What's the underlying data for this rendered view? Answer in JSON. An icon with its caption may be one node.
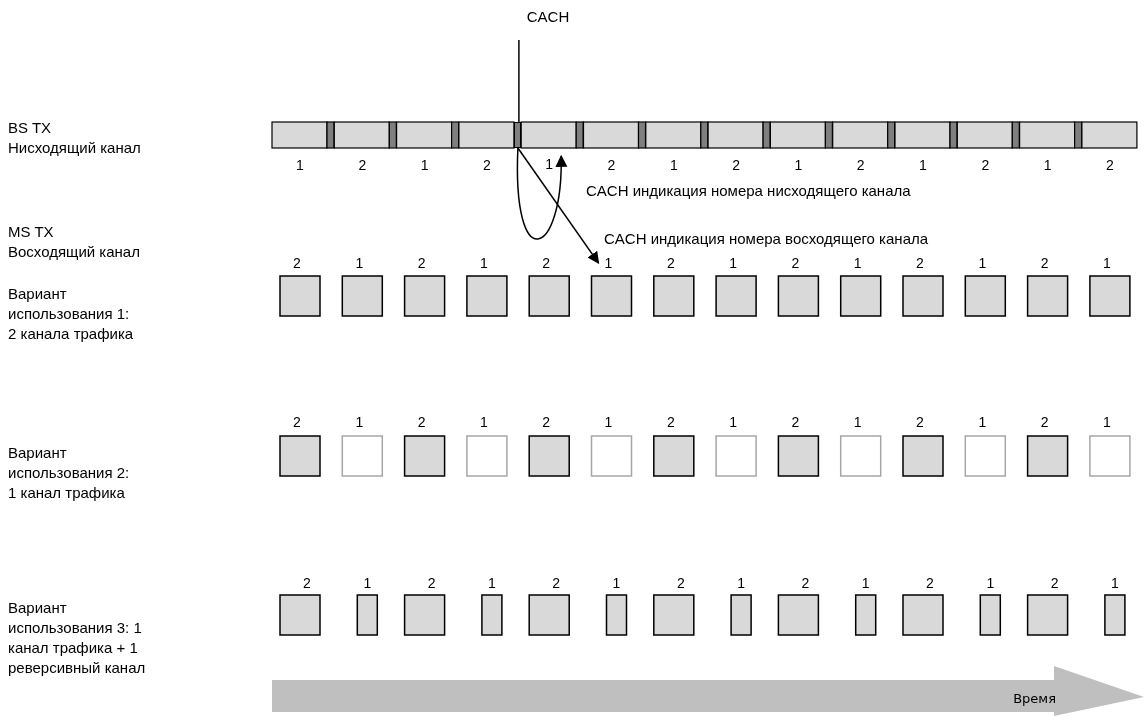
{
  "diagram": {
    "nodes": [
      {
        "text": [
          "CACH"
        ]
      },
      {
        "text": [],
        "shape": "bar"
      },
      {
        "text": [
          "1"
        ]
      },
      {
        "text": [
          "1"
        ]
      },
      {
        "text": [
          "Время"
        ]
      }
    ],
    "edges": [
      {
        "from": 0,
        "to": 1,
        "arrow": "none"
      },
      {
        "from": 1,
        "to": 2,
        "arrow": "to",
        "label": "CACH индикация номера нисходящего канала"
      },
      {
        "from": 1,
        "to": 3,
        "arrow": "to",
        "label": "CACH индикация номера восходящего канала"
      }
    ],
    "labels": [
      "BS TX",
      "Нисходящий канал",
      "MS TX",
      "Восходящий канал",
      "Вариант использования 1: 2 канала трафика",
      "Вариант использования 2: 1 канал трафика",
      "Вариант использования 3: 1 канал трафика + 1 реверсивный канал",
      "1",
      "2",
      "1",
      "2",
      "2",
      "1",
      "2",
      "1",
      "2",
      "1",
      "2",
      "1",
      "2",
      "2",
      "1",
      "2",
      "1",
      "2",
      "2",
      "1",
      "2",
      "1",
      "2",
      "1",
      "2",
      "1",
      "2",
      "1",
      "2",
      "1",
      "2",
      "1",
      "2",
      "1",
      "2",
      "1",
      "2",
      "1",
      "2",
      "1",
      "2",
      "1",
      "2",
      "1",
      "2",
      "1",
      "2",
      "1",
      "2",
      "1",
      "2",
      "1",
      "2",
      "1"
    ]
  }
}
